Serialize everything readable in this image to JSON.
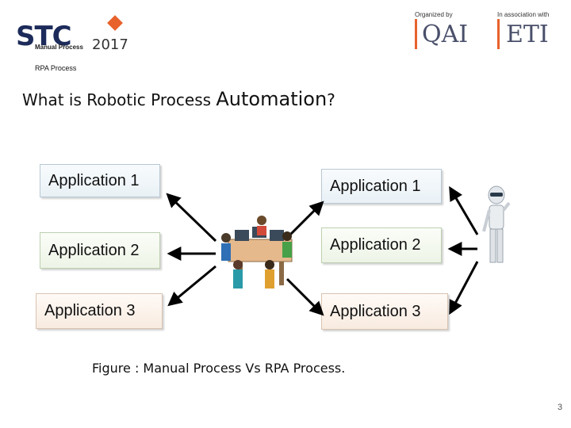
{
  "header": {
    "stc_logo_text": "STC",
    "stc_year": "2017",
    "manual_process_label": "Manual Process",
    "rpa_process_label": "RPA Process",
    "organized_by": "Organized by",
    "in_association_with": "In association with",
    "qai_logo": "QAI",
    "eti_logo": "ETI",
    "brand_colors": {
      "orange": "#e8622c",
      "navy": "#1c2b5a"
    }
  },
  "slide": {
    "title_part1": "What is Robotic Process ",
    "title_part2": "Automation",
    "title_part3": "?"
  },
  "left_apps": [
    {
      "label": "Application 1"
    },
    {
      "label": "Application 2"
    },
    {
      "label": "Application 3"
    }
  ],
  "right_apps": [
    {
      "label": "Application 1"
    },
    {
      "label": "Application 2"
    },
    {
      "label": "Application 3"
    }
  ],
  "icons": {
    "people": "team-working-at-computers-icon",
    "robot": "humanoid-robot-icon"
  },
  "caption": "Figure : Manual Process Vs RPA Process.",
  "page_number": "3"
}
